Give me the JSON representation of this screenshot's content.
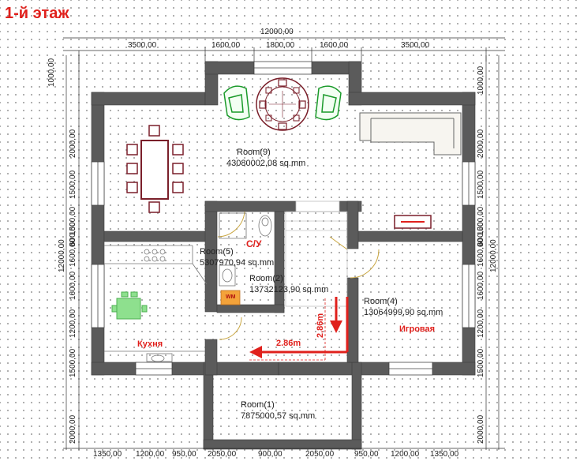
{
  "title": "1-й этаж",
  "dims": {
    "top_total": "12000,00",
    "top": [
      "3500,00",
      "1600,00",
      "1800,00",
      "1600,00",
      "3500,00"
    ],
    "bottom": [
      "1350,00",
      "1200,00",
      "950,00",
      "2050,00",
      "900,00",
      "2050,00",
      "950,00",
      "1200,00",
      "1350,00"
    ],
    "left": [
      "1000,00",
      "2000,00",
      "1500,00",
      "1500,00",
      "1600,00",
      "1600,00",
      "1200,00",
      "1500,00",
      "2000,00"
    ],
    "left_total": "12000,00",
    "right": [
      "1000,00",
      "2000,00",
      "1500,00",
      "1500,00",
      "1600,00",
      "1600,00",
      "1200,00",
      "1500,00",
      "2000,00"
    ],
    "right_total": "12000,00",
    "overlap_left": "600,00",
    "overlap_right": "600,00"
  },
  "rooms": [
    {
      "name": "Room(9)",
      "area": "43080002,08 sq.mm"
    },
    {
      "name": "Room(5)",
      "area": "5307970,94 sq.mm"
    },
    {
      "name": "Room(2)",
      "area": "13732123,90 sq.mm"
    },
    {
      "name": "Room(4)",
      "area": "13064999,90 sq.mm"
    },
    {
      "name": "Room(1)",
      "area": "7875000,57 sq.mm"
    }
  ],
  "annotations": {
    "su": "С/У",
    "kitchen": "Кухня",
    "play": "Игровая",
    "wm": "WM",
    "measure_h": "2.86m",
    "measure_v": "2.86m"
  },
  "colors": {
    "wall": "#5b5b5b",
    "annotation": "#e0201c",
    "chair": "#2ecc40",
    "furniture": "#7a1f2a"
  }
}
